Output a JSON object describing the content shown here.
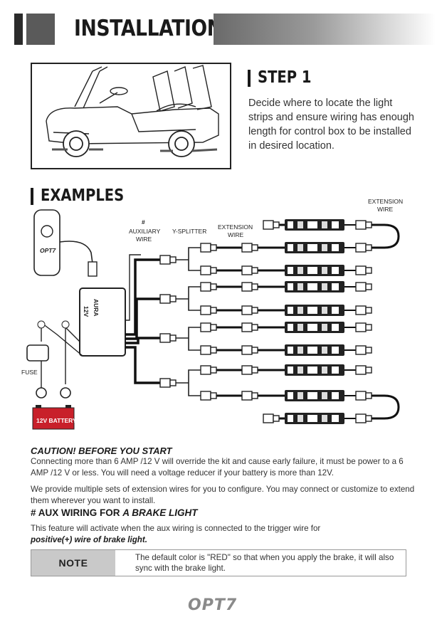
{
  "header": {
    "title": "INSTALLATION"
  },
  "step1": {
    "title": "STEP 1",
    "text": "Decide where to locate the light strips and ensure wiring has enough length for control box to be installed in desired location."
  },
  "examples": {
    "title": "EXAMPLES",
    "labels": {
      "extension_wire_top": "EXTENSION",
      "extension_wire_top2": "WIRE",
      "hash": "#",
      "auxiliary": "AUXILIARY",
      "aux_wire": "WIRE",
      "y_splitter": "Y-SPLITTER",
      "extension_mid": "EXTENSION",
      "extension_mid2": "WIRE",
      "fuse": "FUSE",
      "battery": "12V BATTERY",
      "controller": "OPT7",
      "box_brand": "AURA",
      "box_volt": "12V",
      "plus": "+",
      "minus": "−"
    }
  },
  "caution": {
    "heading": "CAUTION! BEFORE YOU START",
    "p1": "Connecting more than 6 AMP /12 V will override the kit and cause early failure, it must be power to a 6 AMP /12 V or less. You will need a voltage reducer if your battery is more than 12V.",
    "p2": "We provide multiple sets of extension wires for you to configure. You may connect or customize to extend them wherever you want to install."
  },
  "aux": {
    "heading_prefix": "# AUX WIRING FOR ",
    "heading_em": "A BRAKE LIGHT",
    "text": "This feature will activate when the aux wiring is connected to the trigger wire for ",
    "text_em": "positive(+) wire of brake light."
  },
  "note": {
    "label": "NOTE",
    "text": "The default color is \"RED\" so that when you apply the brake, it will also sync with the brake light."
  },
  "footer": {
    "logo": "OPT7"
  },
  "colors": {
    "battery_red": "#c8202a",
    "dark": "#1a1a1a"
  }
}
